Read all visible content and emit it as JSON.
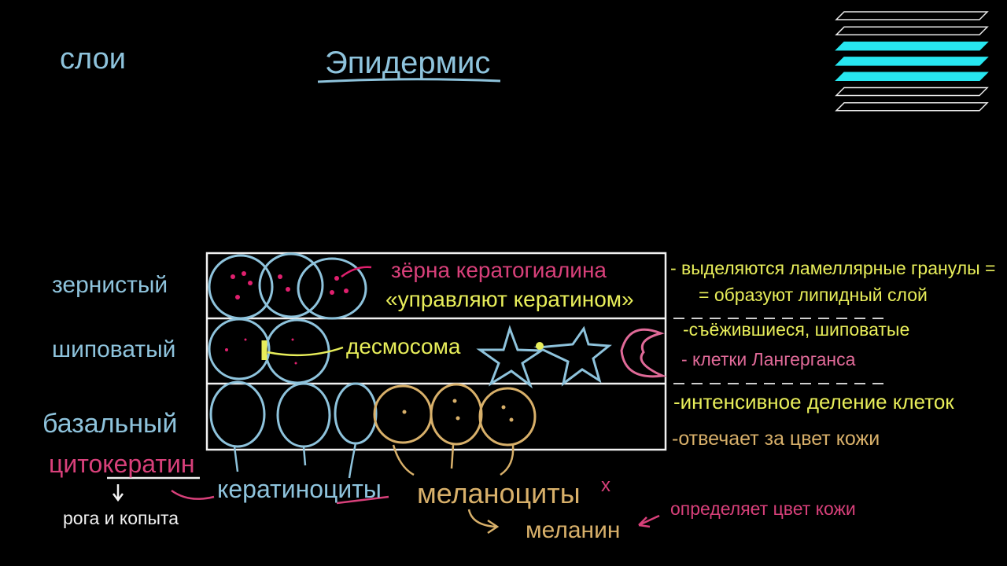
{
  "header": {
    "left_title": "слои",
    "main_title": "Эпидермис"
  },
  "layers": [
    {
      "name": "зернистый"
    },
    {
      "name": "шиповатый"
    },
    {
      "name": "базальный"
    }
  ],
  "diagram_labels": {
    "granules": "зёрна кератогиалина",
    "keratin_control": "«управляют кератином»",
    "desmosome": "десмосома",
    "keratinocytes": "кератиноциты",
    "melanocytes": "меланоциты",
    "x_mark": "x",
    "melanin": "меланин",
    "cytokeratin": "цитокератин",
    "horns": "рога и копыта"
  },
  "notes": {
    "granular_1": "- выделяются ламеллярные гранулы =",
    "granular_2": "= образуют липидный слой",
    "spinous_1": "-съёжившиеся, шиповатые",
    "spinous_2": "- клетки Лангерганса",
    "basal_1": "-интенсивное деление клеток",
    "basal_2": "-отвечает за цвет кожи",
    "skin_color": "определяет цвет кожи"
  },
  "colors": {
    "chalk_blue": "#8ec3dc",
    "chalk_yellow": "#e8ee5a",
    "chalk_pink": "#d8407a",
    "chalk_tan": "#d8b06a",
    "stack_highlight": "#27e6f0"
  },
  "layer_stack": {
    "total_layers": 7,
    "highlighted": [
      3,
      4,
      5
    ]
  }
}
